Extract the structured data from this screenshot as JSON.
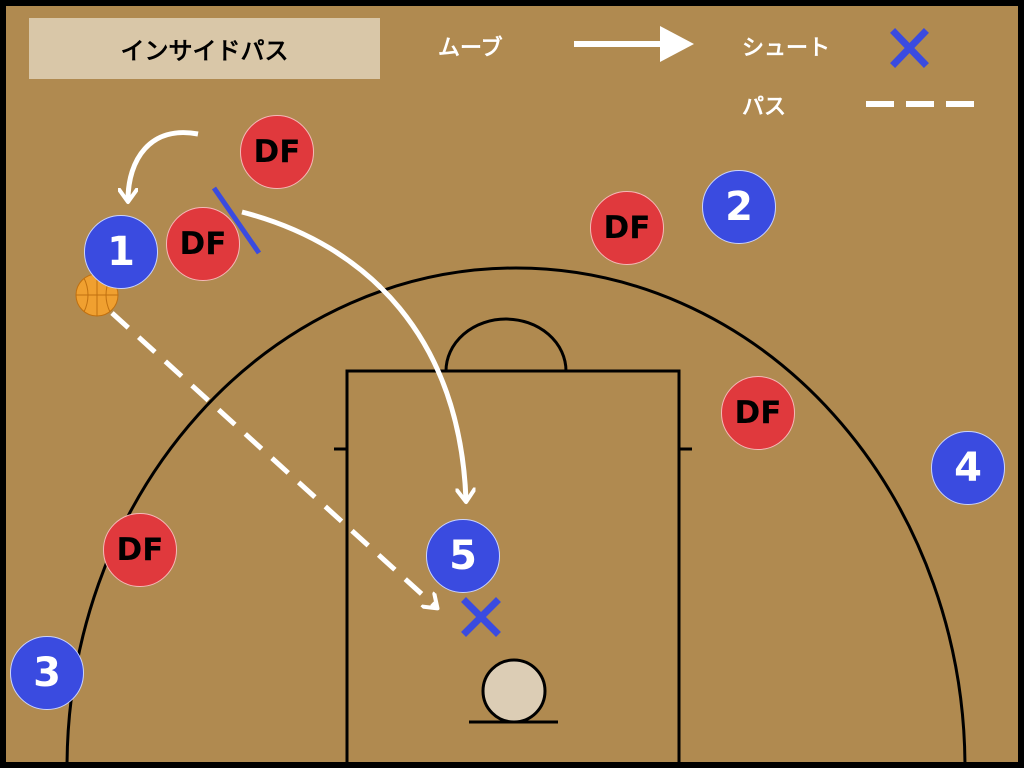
{
  "title": "インサイドパス",
  "legend": {
    "move_label": "ムーブ",
    "shoot_label": "シュート",
    "pass_label": "パス"
  },
  "players": [
    {
      "number": "1"
    },
    {
      "number": "2"
    },
    {
      "number": "3"
    },
    {
      "number": "4"
    },
    {
      "number": "5"
    }
  ],
  "defenders": [
    {
      "label": "DF"
    },
    {
      "label": "DF"
    },
    {
      "label": "DF"
    },
    {
      "label": "DF"
    },
    {
      "label": "DF"
    }
  ],
  "colors": {
    "court": "#b08a50",
    "lines": "#000000",
    "offense": "#3a4be0",
    "defense": "#e0393d",
    "ball": "#f0a030",
    "arrow": "#ffffff",
    "title_bg": "#d9c7a8",
    "screen": "#3a4be0"
  }
}
